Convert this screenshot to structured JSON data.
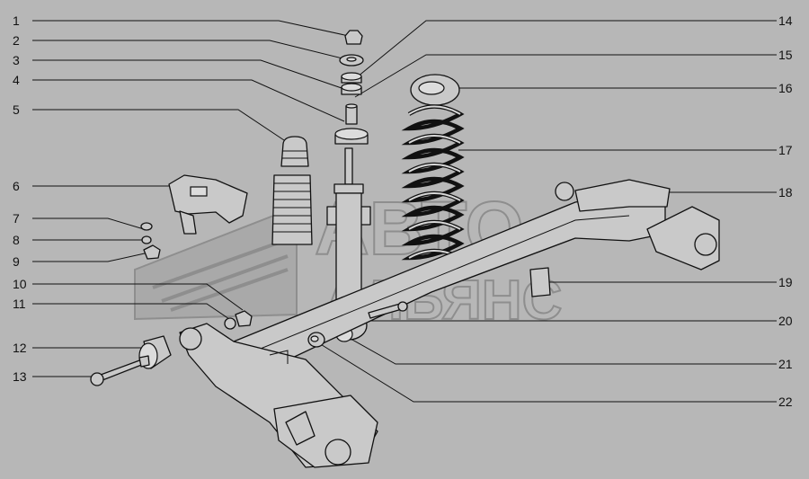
{
  "callouts": {
    "c1": "1",
    "c2": "2",
    "c3": "3",
    "c4": "4",
    "c5": "5",
    "c6": "6",
    "c7": "7",
    "c8": "8",
    "c9": "9",
    "c10": "10",
    "c11": "11",
    "c12": "12",
    "c13": "13",
    "c14": "14",
    "c15": "15",
    "c16": "16",
    "c17": "17",
    "c18": "18",
    "c19": "19",
    "c20": "20",
    "c21": "21",
    "c22": "22"
  },
  "watermark": {
    "line1": "АВТО",
    "line2": "АЛЬЯНС"
  }
}
